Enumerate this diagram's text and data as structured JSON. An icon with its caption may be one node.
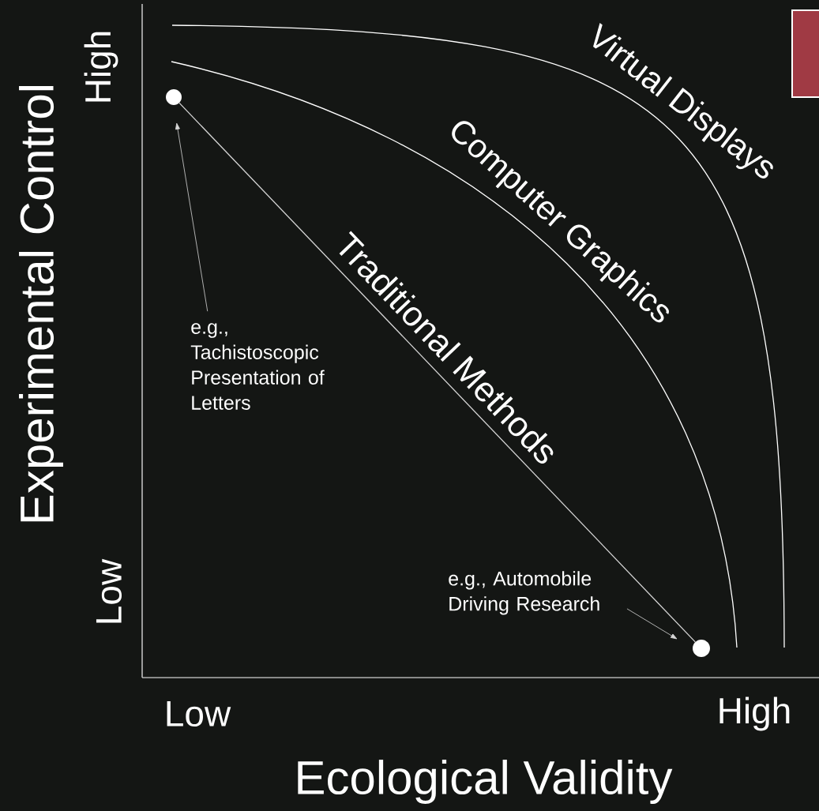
{
  "diagram": {
    "nodes": [
      {
        "text": [
          "e.g., Tachistoscopic Presentation of Letters"
        ]
      },
      {
        "text": [],
        "shape": "circle"
      },
      {
        "text": [],
        "shape": "circle"
      },
      {
        "text": [
          "e.g., Automobile Driving Research"
        ]
      }
    ],
    "edges": [
      {
        "from": 0,
        "to": 1,
        "arrow": "to"
      },
      {
        "from": 3,
        "to": 2,
        "arrow": "to"
      },
      {
        "from": 1,
        "to": 2,
        "arrow": "none",
        "label": "Traditional Methods"
      }
    ],
    "labels": [
      "High",
      "Low",
      "Experimental Control",
      "Virtual Displays",
      "Computer Graphics",
      "Low",
      "High",
      "Ecological Validity"
    ]
  }
}
